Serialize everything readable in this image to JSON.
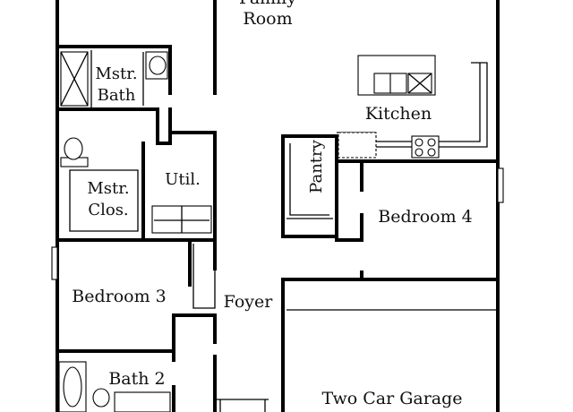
{
  "rooms": {
    "family_room": {
      "line1": "Family",
      "line2": "Room"
    },
    "master_bath": {
      "line1": "Mstr.",
      "line2": "Bath"
    },
    "kitchen": "Kitchen",
    "master_closet": {
      "line1": "Mstr.",
      "line2": "Clos."
    },
    "utility": "Util.",
    "pantry": "Pantry",
    "bedroom_4": "Bedroom 4",
    "bedroom_3": "Bedroom 3",
    "foyer": "Foyer",
    "bath_2": "Bath 2",
    "garage": "Two Car Garage"
  },
  "colors": {
    "wall": "#000000",
    "background": "#ffffff"
  }
}
